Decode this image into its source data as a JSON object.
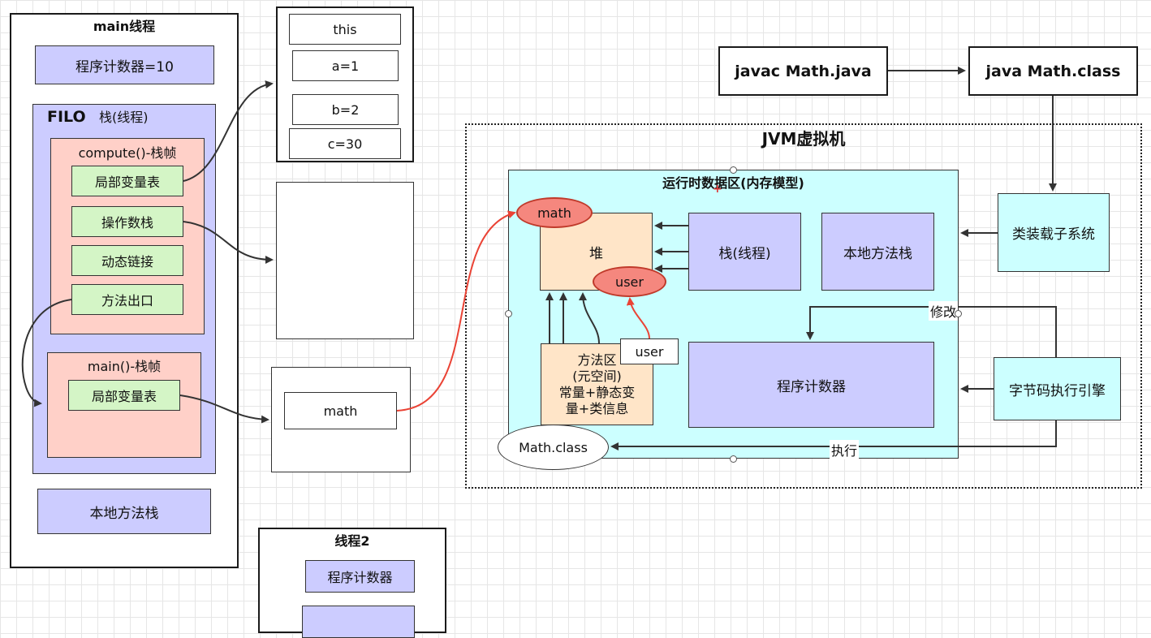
{
  "main_thread": {
    "title": "main线程",
    "pc": "程序计数器=10",
    "filo": "FILO",
    "stack_label": "栈(线程)",
    "compute_frame": {
      "title": "compute()-栈帧",
      "items": [
        "局部变量表",
        "操作数栈",
        "动态链接",
        "方法出口"
      ]
    },
    "main_frame": {
      "title": "main()-栈帧",
      "items": [
        "局部变量表"
      ]
    },
    "native_stack": "本地方法栈"
  },
  "local_vars": [
    "this",
    "a=1",
    "b=2",
    "c=30"
  ],
  "main_local": "math",
  "thread2": {
    "title": "线程2",
    "pc": "程序计数器"
  },
  "compile": {
    "javac": "javac Math.java",
    "java": "java Math.class"
  },
  "jvm": {
    "title": "JVM虚拟机",
    "runtime_area": "运行时数据区(内存模型)",
    "heap": "堆",
    "heap_obj_math": "math",
    "heap_obj_user": "user",
    "stack": "栈(线程)",
    "native_stack": "本地方法栈",
    "method_area_lines": [
      "方法区",
      "(元空间)",
      "常量+静态变",
      "量+类信息"
    ],
    "method_area_tag": "user",
    "pc": "程序计数器",
    "math_class": "Math.class",
    "class_loader": "类装载子系统",
    "exec_engine": "字节码执行引擎",
    "edge_modify": "修改",
    "edge_execute": "执行"
  },
  "colors": {
    "purple": "#ccccff",
    "pink": "#ffd0c8",
    "green": "#d4f5c6",
    "cyan": "#ccffff",
    "peach": "#ffe5c8",
    "red_highlight": "#f5877e",
    "red_arrow": "#ea4335"
  }
}
